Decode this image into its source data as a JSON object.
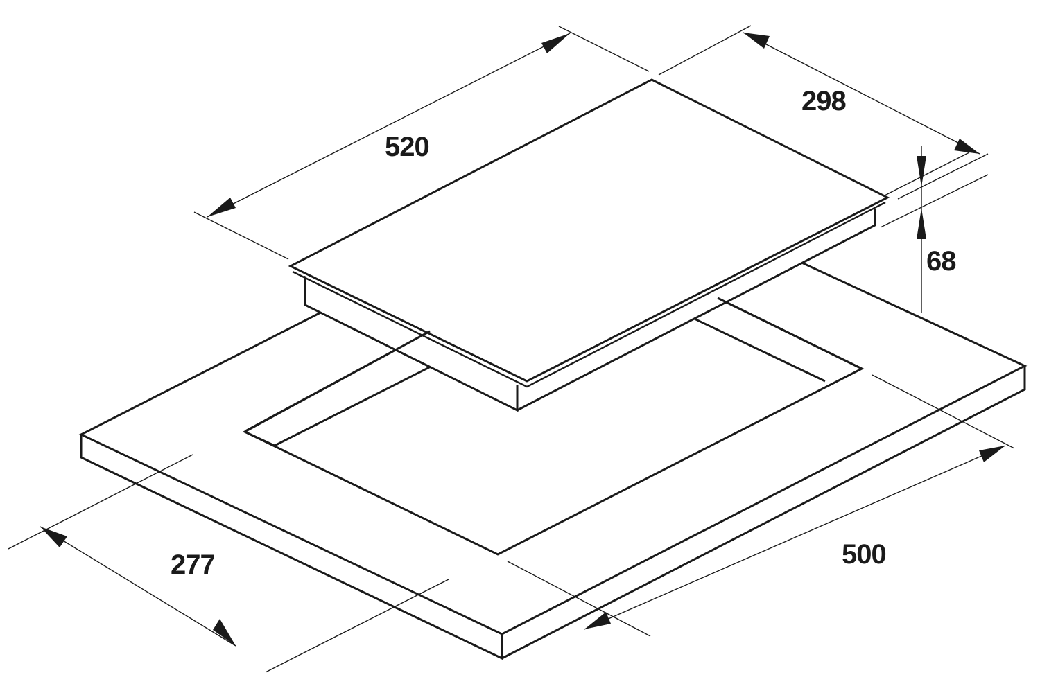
{
  "diagram": {
    "type": "isometric installation dimension drawing",
    "subject": "built-in cooktop and countertop cutout",
    "units_shown": "none (millimetres implied)",
    "colors": {
      "line": "#1a1a1a",
      "background": "#ffffff"
    }
  },
  "dimensions": {
    "hob_width": {
      "label": "520",
      "describes": "cooktop glass width"
    },
    "hob_depth": {
      "label": "298",
      "describes": "cooktop glass depth"
    },
    "hob_height": {
      "label": "68",
      "describes": "overall cooktop height"
    },
    "cutout_width": {
      "label": "500",
      "describes": "countertop cutout width"
    },
    "cutout_depth": {
      "label": "277",
      "describes": "countertop cutout depth"
    }
  }
}
